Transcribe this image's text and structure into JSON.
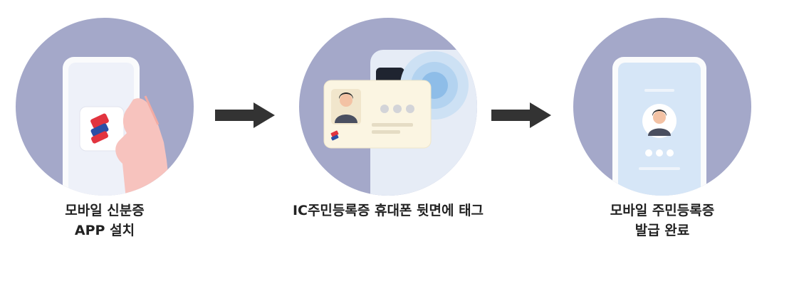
{
  "steps": [
    {
      "caption_lines": [
        "모바일 신분증",
        "APP 설치"
      ]
    },
    {
      "caption_lines": [
        "IC주민등록증 휴대폰 뒷면에 태그"
      ]
    },
    {
      "caption_lines": [
        "모바일 주민등록증",
        "발급 완료"
      ]
    }
  ],
  "icons": {
    "step1": [
      "phone-icon",
      "app-logo-icon",
      "hand-icon"
    ],
    "step2": [
      "id-card-icon",
      "person-icon",
      "nfc-wave-icon"
    ],
    "step3": [
      "phone-icon",
      "person-icon"
    ],
    "connector": "arrow-right-icon"
  },
  "colors": {
    "circle": "#a4a8c9",
    "phone_screen": "#d6e6f7",
    "card": "#fbf5e2",
    "arrow": "#333333",
    "logo_red": "#e2343f",
    "logo_blue": "#2b4fa6",
    "skin": "#f7c3be"
  }
}
